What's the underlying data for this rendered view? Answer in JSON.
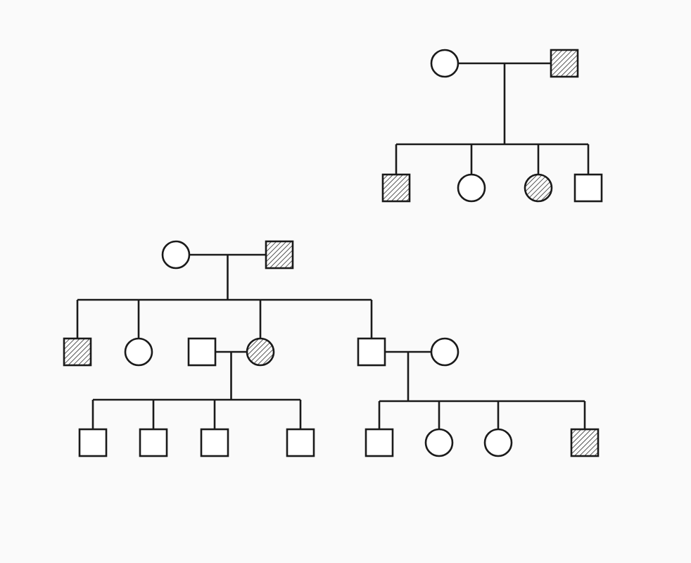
{
  "colors": {
    "background": "#fafafa",
    "stroke": "#1a1a1a",
    "affected_hatch": "#2a2a2a",
    "unaffected_fill": "#ffffff"
  },
  "legend_semantics": {
    "square": "male",
    "circle": "female",
    "hatched": "affected",
    "plain": "unaffected"
  },
  "pedigrees": [
    {
      "id": "pedigree-1",
      "parents": [
        {
          "id": "p1-mother",
          "sex": "female",
          "affected": false
        },
        {
          "id": "p1-father",
          "sex": "male",
          "affected": true
        }
      ],
      "children": [
        {
          "id": "p1-c1",
          "sex": "male",
          "affected": true
        },
        {
          "id": "p1-c2",
          "sex": "female",
          "affected": false
        },
        {
          "id": "p1-c3",
          "sex": "female",
          "affected": true
        },
        {
          "id": "p1-c4",
          "sex": "male",
          "affected": false
        }
      ]
    },
    {
      "id": "pedigree-2",
      "parents": [
        {
          "id": "p2-mother",
          "sex": "female",
          "affected": false
        },
        {
          "id": "p2-father",
          "sex": "male",
          "affected": true
        }
      ],
      "children": [
        {
          "id": "p2-c1",
          "sex": "male",
          "affected": true
        },
        {
          "id": "p2-c2",
          "sex": "female",
          "affected": false
        },
        {
          "id": "p2-c3",
          "sex": "female",
          "affected": true,
          "spouse": {
            "id": "p2-c3-spouse",
            "sex": "male",
            "affected": false
          }
        },
        {
          "id": "p2-c4",
          "sex": "male",
          "affected": false,
          "spouse": {
            "id": "p2-c4-spouse",
            "sex": "female",
            "affected": false
          }
        }
      ],
      "grandchildren": [
        {
          "parents": [
            "p2-c3-spouse",
            "p2-c3"
          ],
          "children": [
            {
              "id": "p2-g1-1",
              "sex": "male",
              "affected": false
            },
            {
              "id": "p2-g1-2",
              "sex": "male",
              "affected": false
            },
            {
              "id": "p2-g1-3",
              "sex": "male",
              "affected": false
            },
            {
              "id": "p2-g1-4",
              "sex": "male",
              "affected": false
            }
          ]
        },
        {
          "parents": [
            "p2-c4",
            "p2-c4-spouse"
          ],
          "children": [
            {
              "id": "p2-g2-1",
              "sex": "male",
              "affected": false
            },
            {
              "id": "p2-g2-2",
              "sex": "female",
              "affected": false
            },
            {
              "id": "p2-g2-3",
              "sex": "female",
              "affected": false
            },
            {
              "id": "p2-g2-4",
              "sex": "male",
              "affected": true
            }
          ]
        }
      ]
    }
  ]
}
